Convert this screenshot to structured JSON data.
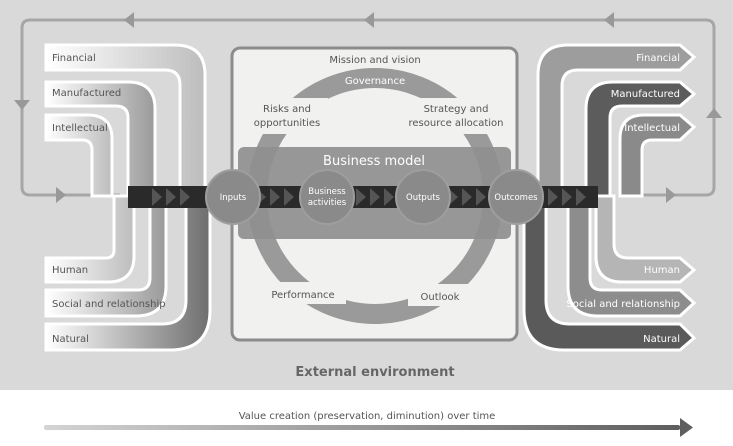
{
  "diagram": {
    "center": {
      "mission": "Mission and vision",
      "governance": "Governance",
      "risks": [
        "Risks and",
        "opportunities"
      ],
      "strategy": [
        "Strategy and",
        "resource allocation"
      ],
      "business_model": "Business model",
      "performance": "Performance",
      "outlook": "Outlook"
    },
    "flow_nodes": {
      "inputs": "Inputs",
      "activities": [
        "Business",
        "activities"
      ],
      "outputs": "Outputs",
      "outcomes": "Outcomes"
    },
    "inputs_capitals": {
      "top": [
        "Financial",
        "Manufactured",
        "Intellectual"
      ],
      "bottom": [
        "Human",
        "Social and relationship",
        "Natural"
      ]
    },
    "outcome_capitals": {
      "top": [
        "Financial",
        "Manufactured",
        "Intellectual"
      ],
      "bottom": [
        "Human",
        "Social and relationship",
        "Natural"
      ]
    },
    "external_environment": "External environment",
    "time_axis": "Value creation (preservation, diminution) over time"
  },
  "colors": {
    "env_bg": "#d9d9d9",
    "panel_bg": "#f1f1f0",
    "panel_border": "#8c8c8c",
    "ring": "#9a9a9a",
    "business_model_band": "#8f8f8f",
    "flow_band": "#2a2a2a",
    "node": "#8a8a8a",
    "loop": "#a6a6a6"
  }
}
